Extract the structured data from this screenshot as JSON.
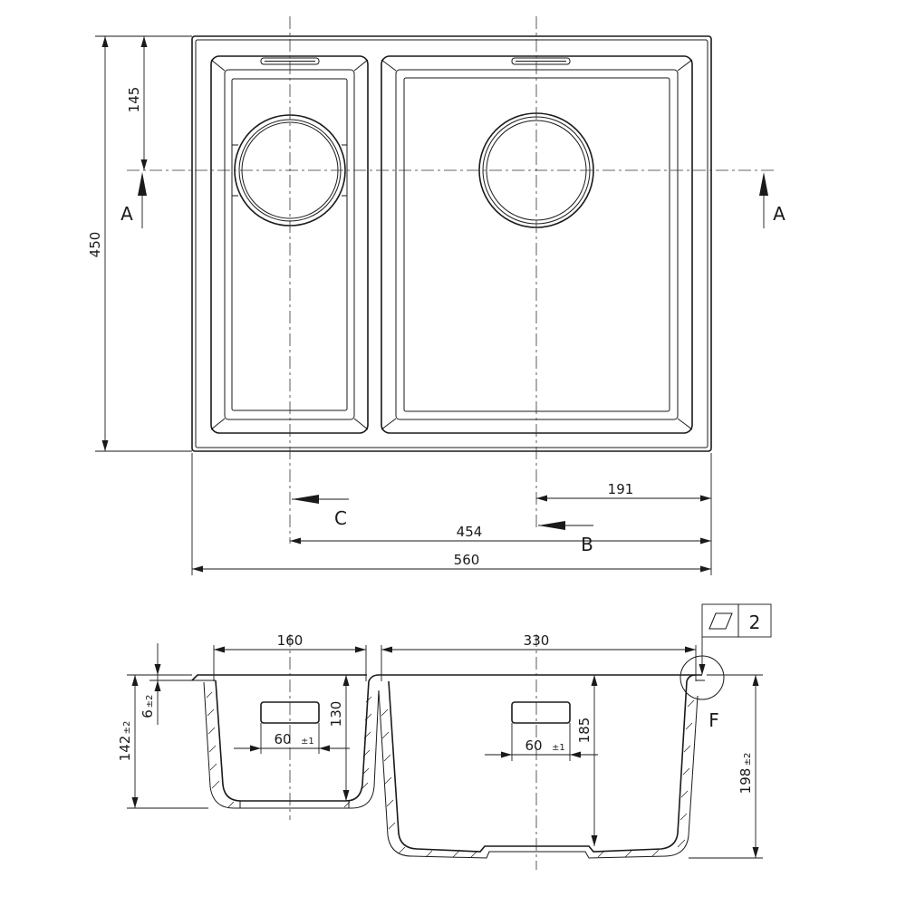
{
  "top_view": {
    "dimensions": {
      "overall_height": "450",
      "drain_offset_top": "145",
      "overall_width": "560",
      "drain_spacing": "454",
      "drain_offset_right": "191"
    },
    "section_labels": {
      "a_left": "A",
      "a_right": "A",
      "b": "B",
      "c": "C"
    }
  },
  "section_view": {
    "dimensions": {
      "small_bowl_width": "160",
      "large_bowl_width": "330",
      "small_bowl_depth": "130",
      "large_bowl_depth": "185",
      "small_overflow_width": "60",
      "small_overflow_tol": "±1",
      "large_overflow_width": "60",
      "large_overflow_tol": "±1",
      "rim_thickness": "6",
      "rim_thickness_tol": "±2",
      "small_total_depth": "142",
      "small_total_depth_tol": "±2",
      "large_total_depth": "198",
      "large_total_depth_tol": "±2"
    },
    "detail_label": "F",
    "flatness_tolerance": "2",
    "flatness_icon": "flatness-parallelogram-icon"
  }
}
